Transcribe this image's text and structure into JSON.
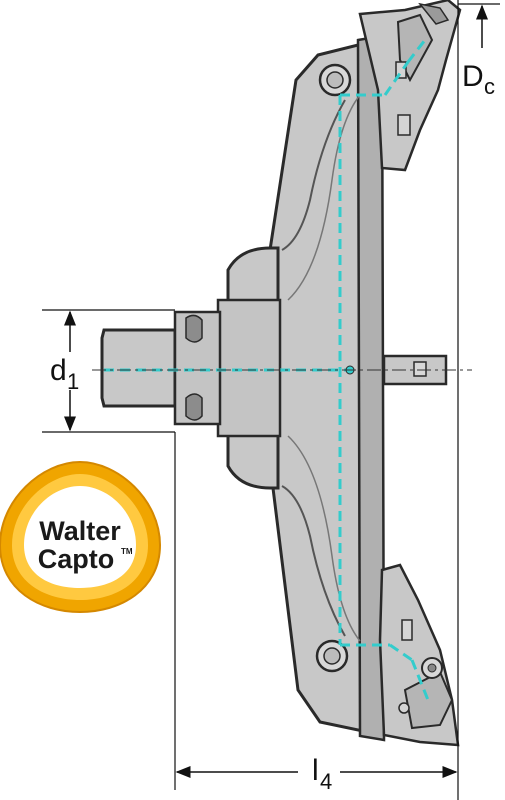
{
  "colors": {
    "body_fill": "#c8c8c8",
    "body_dark": "#9a9a9a",
    "outline": "#2a2a2a",
    "coolant": "#33cccc",
    "logo_ring_outer": "#f0a500",
    "logo_ring_inner": "#ffc940"
  },
  "dimensions": {
    "dc": {
      "main": "D",
      "sub": "c"
    },
    "d1": {
      "main": "d",
      "sub": "1"
    },
    "l4": {
      "main": "l",
      "sub": "4"
    }
  },
  "logo": {
    "line1": "Walter",
    "line2": "Capto",
    "trademark": "TM"
  }
}
